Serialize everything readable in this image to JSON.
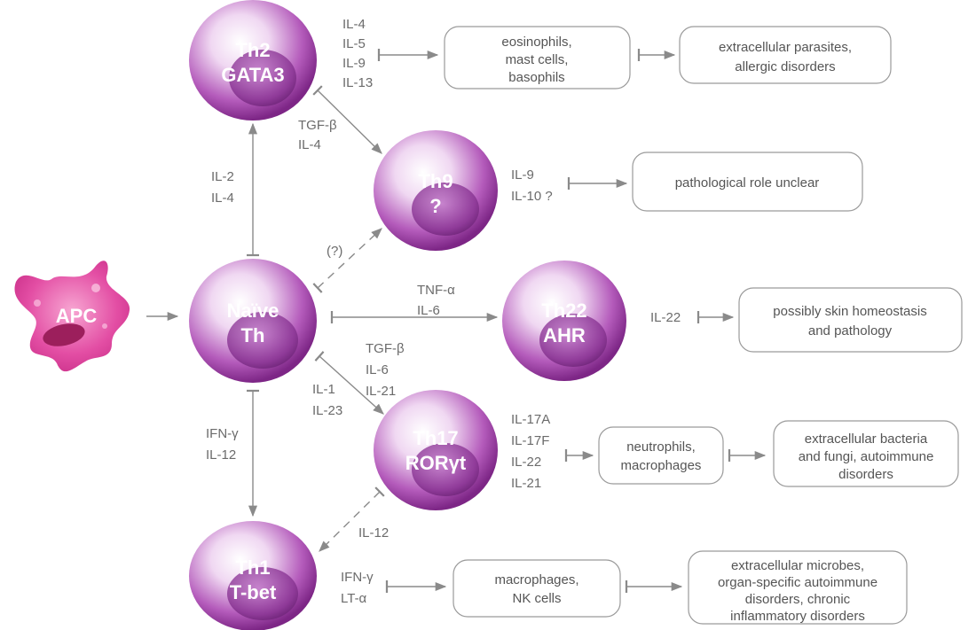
{
  "cells": {
    "apc": "APC",
    "naive": [
      "Naïve",
      "Th"
    ],
    "th2": [
      "Th2",
      "GATA3"
    ],
    "th9": [
      "Th9",
      "?"
    ],
    "th22": [
      "Th22",
      "AHR"
    ],
    "th17": [
      "Th17",
      "RORγt"
    ],
    "th1": [
      "Th1",
      "T-bet"
    ]
  },
  "inducers": {
    "to_th2": [
      "IL-2",
      "IL-4"
    ],
    "th2_to_th9": [
      "TGF-β",
      "IL-4"
    ],
    "to_th9": "(?)",
    "to_th22": [
      "TNF-α",
      "IL-6"
    ],
    "to_th17_a": [
      "TGF-β",
      "IL-6",
      "IL-21"
    ],
    "to_th17_b": [
      "IL-1",
      "IL-23"
    ],
    "to_th1": [
      "IFN-γ",
      "IL-12"
    ],
    "th17_to_th1": "IL-12"
  },
  "products": {
    "th2": [
      "IL-4",
      "IL-5",
      "IL-9",
      "IL-13"
    ],
    "th9": [
      "IL-9",
      "IL-10 ?"
    ],
    "th22": [
      "IL-22"
    ],
    "th17": [
      "IL-17A",
      "IL-17F",
      "IL-22",
      "IL-21"
    ],
    "th1": [
      "IFN-γ",
      "LT-α"
    ]
  },
  "targets": {
    "th2_effectors": [
      "eosinophils,",
      "mast cells,",
      "basophils"
    ],
    "th2_outcome": [
      "extracellular parasites,",
      "allergic disorders"
    ],
    "th9_outcome": [
      "pathological role unclear"
    ],
    "th22_outcome": [
      "possibly skin homeostasis",
      "and pathology"
    ],
    "th17_effectors": [
      "neutrophils,",
      "macrophages"
    ],
    "th17_outcome": [
      "extracellular bacteria",
      "and fungi, autoimmune",
      "disorders"
    ],
    "th1_effectors": [
      "macrophages,",
      "NK cells"
    ],
    "th1_outcome": [
      "extracellular microbes,",
      "organ-specific autoimmune",
      "disorders, chronic",
      "inflammatory disorders"
    ]
  },
  "colors": {
    "cell_outer": "#9a3aa0",
    "cell_light": "#e9c9ec",
    "nucleus": "#6b1f74",
    "apc": "#e0429c",
    "apc_nucleus": "#9c1f5c",
    "arrow": "#8a8a8a"
  }
}
